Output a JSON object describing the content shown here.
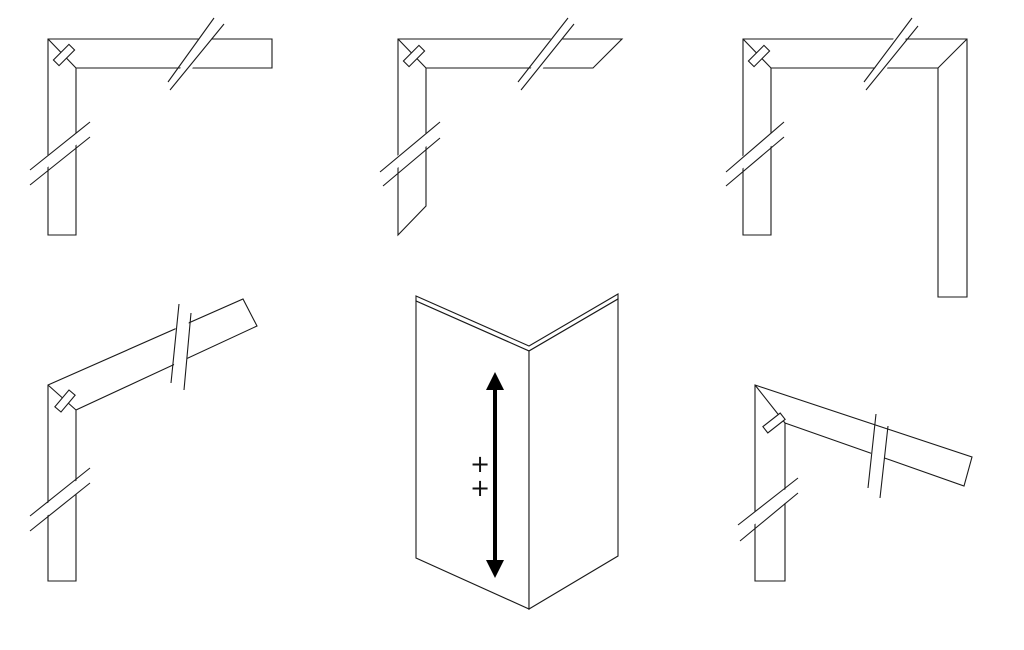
{
  "diagram": {
    "colors": {
      "stroke": "#1a1a1a",
      "background": "#ffffff",
      "arrow": "#000000"
    },
    "panels": [
      {
        "id": "square-corner-with-straight-ends",
        "icon": "corner-joint-icon"
      },
      {
        "id": "square-corner-with-mitred-ends",
        "icon": "corner-joint-icon"
      },
      {
        "id": "square-corner-with-long-return-leg",
        "icon": "corner-joint-icon"
      },
      {
        "id": "obtuse-angle-upward-arm",
        "icon": "corner-joint-icon"
      },
      {
        "id": "folded-panel-3d",
        "icon": "double-arrow-icon"
      },
      {
        "id": "acute-angle-downward-arm",
        "icon": "corner-joint-icon"
      }
    ],
    "center_panel": {
      "marks": [
        "+",
        "+"
      ],
      "arrow": "double-headed-vertical"
    }
  }
}
